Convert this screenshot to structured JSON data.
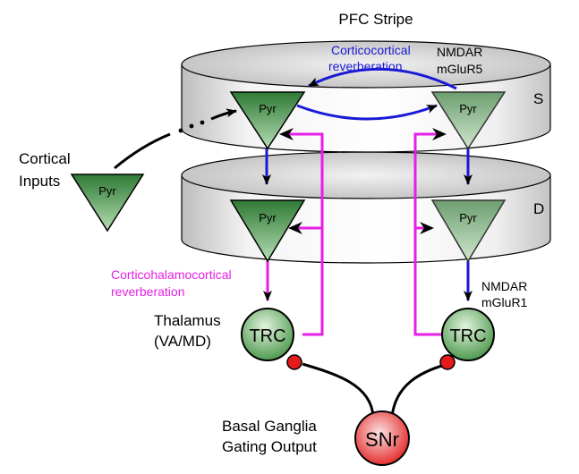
{
  "title": "PFC Stripe",
  "layers": {
    "superficial": "S",
    "deep": "D"
  },
  "neurons": {
    "pyr_label": "Pyr",
    "trc_label": "TRC",
    "snr_label": "SNr"
  },
  "labels": {
    "corticocortical_line1": "Corticocortical",
    "corticocortical_line2": "reverberation",
    "nmdar_top": "NMDAR",
    "mglur5": "mGluR5",
    "cortical_line1": "Cortical",
    "cortical_line2": "Inputs",
    "corticohalamo_line1": "Corticohalamocortical",
    "corticohalamo_line2": "reverberation",
    "nmdar_bottom": "NMDAR",
    "mglur1": "mGluR1",
    "thalamus_line1": "Thalamus",
    "thalamus_line2": "(VA/MD)",
    "basal_line1": "Basal Ganglia",
    "basal_line2": "Gating Output"
  },
  "colors": {
    "pyr_fill": "#3d8a44",
    "trc_fill": "#cfe9c8",
    "snr_fill": "#ec2b2b",
    "corticocortical": "#1a1ad6",
    "corticohalamo": "#e61ee6",
    "synapse": "#e31b1b"
  }
}
